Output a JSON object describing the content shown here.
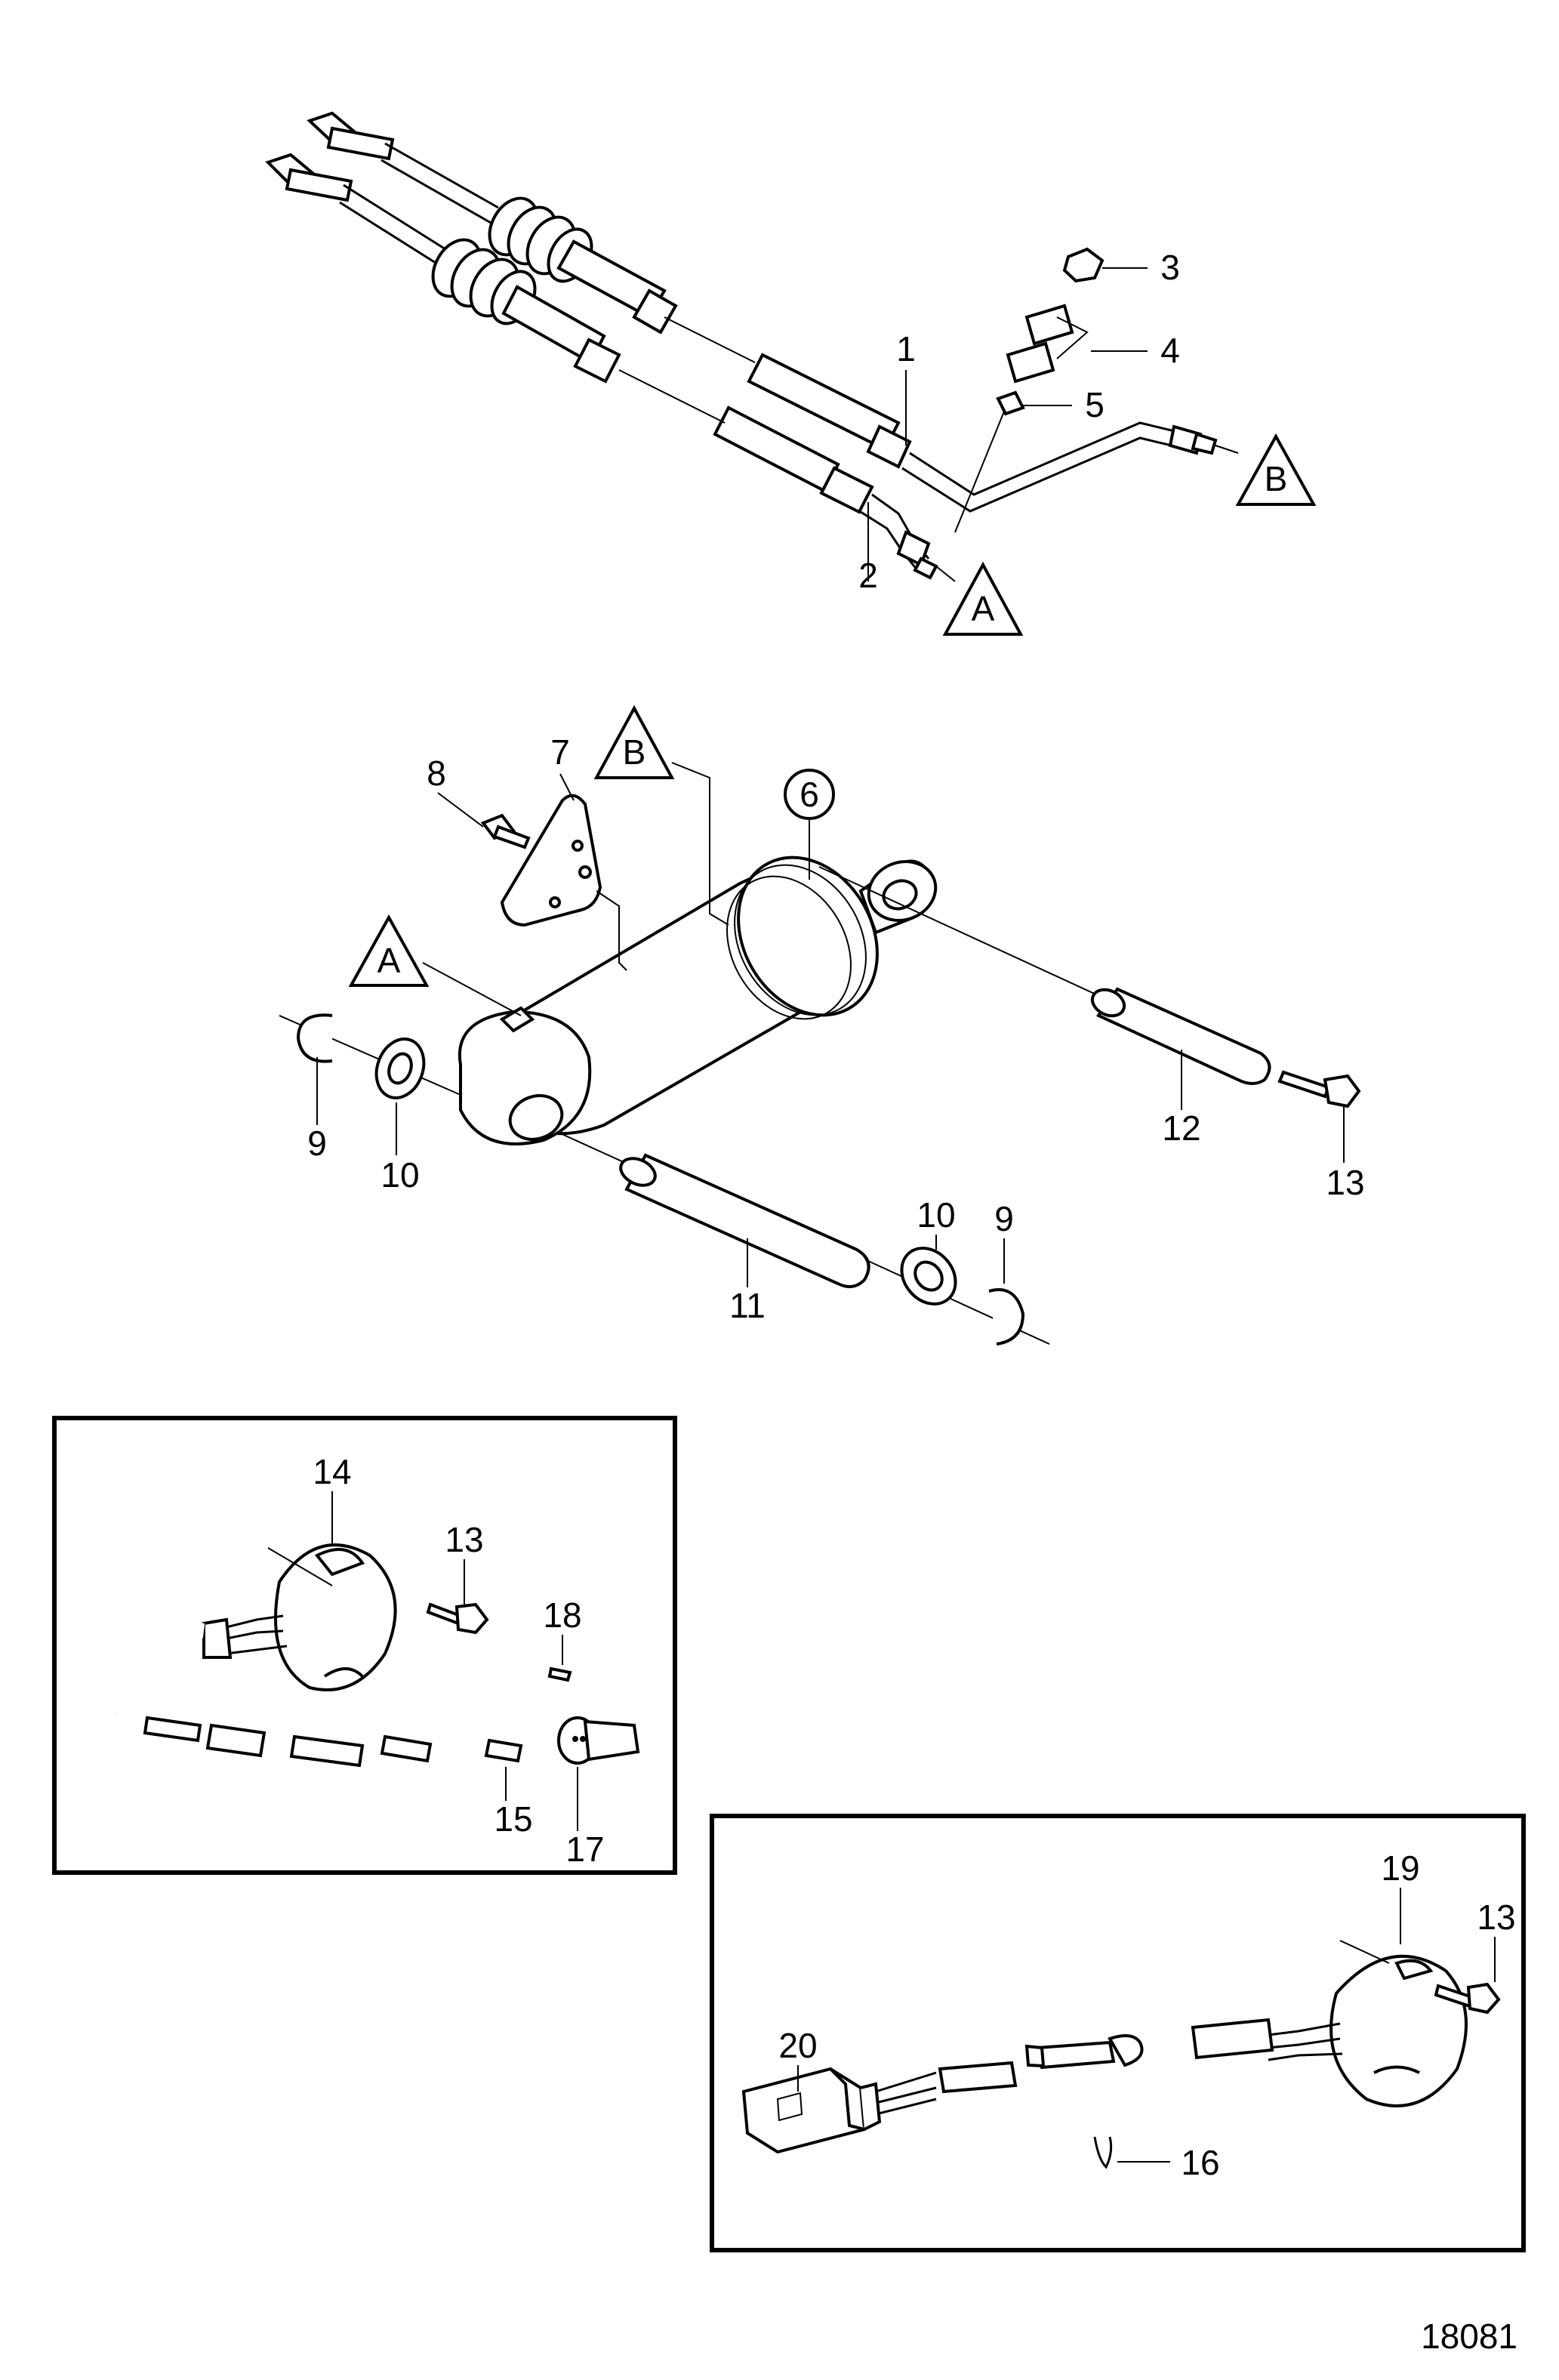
{
  "drawing_number": "18081",
  "reference_markers": [
    "A",
    "B"
  ],
  "callouts": [
    "1",
    "2",
    "3",
    "4",
    "5",
    "6",
    "7",
    "8",
    "9",
    "10",
    "11",
    "12",
    "13",
    "14",
    "15",
    "16",
    "17",
    "18",
    "19",
    "20"
  ],
  "insets": [
    {
      "name": "sensor-kit-inset-1",
      "parts": [
        "13",
        "14",
        "15",
        "17",
        "18"
      ]
    },
    {
      "name": "sensor-kit-inset-2",
      "parts": [
        "13",
        "16",
        "19",
        "20"
      ]
    }
  ]
}
